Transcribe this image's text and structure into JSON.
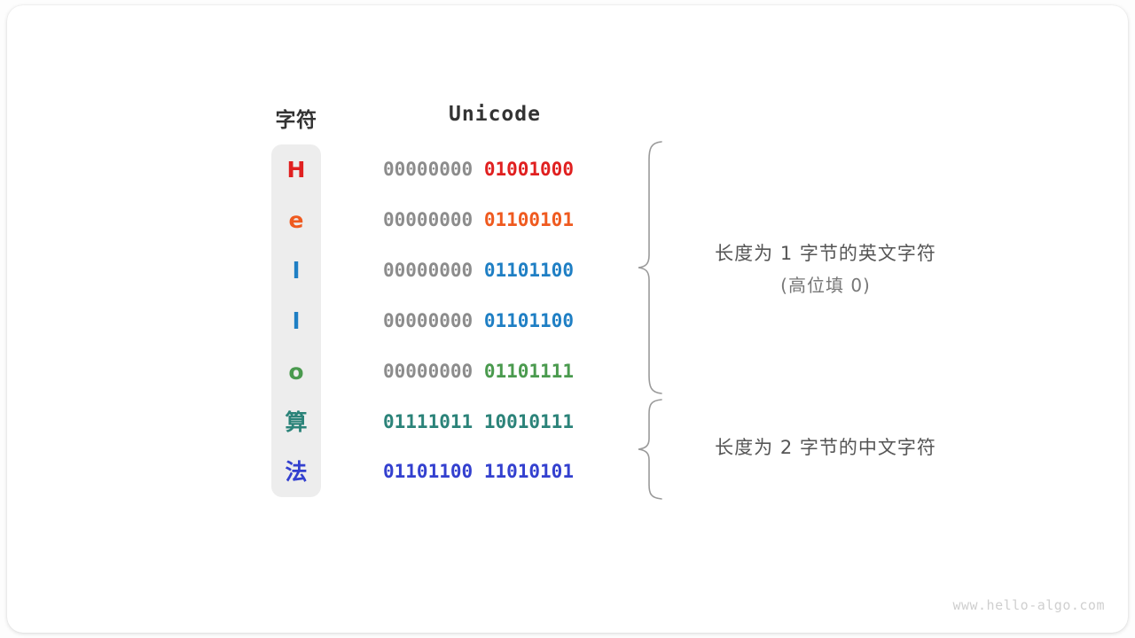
{
  "headers": {
    "char": "字符",
    "unicode": "Unicode"
  },
  "rows": [
    {
      "char": "H",
      "char_color": "#e02020",
      "high_byte": "00000000",
      "low_byte": "01001000",
      "high_color": "#8c8c8c",
      "low_color": "#e02020"
    },
    {
      "char": "e",
      "char_color": "#ef5a1f",
      "high_byte": "00000000",
      "low_byte": "01100101",
      "high_color": "#8c8c8c",
      "low_color": "#ef5a1f"
    },
    {
      "char": "l",
      "char_color": "#1f7fc4",
      "high_byte": "00000000",
      "low_byte": "01101100",
      "high_color": "#8c8c8c",
      "low_color": "#1f7fc4"
    },
    {
      "char": "l",
      "char_color": "#1f7fc4",
      "high_byte": "00000000",
      "low_byte": "01101100",
      "high_color": "#8c8c8c",
      "low_color": "#1f7fc4"
    },
    {
      "char": "o",
      "char_color": "#4a9a4e",
      "high_byte": "00000000",
      "low_byte": "01101111",
      "high_color": "#8c8c8c",
      "low_color": "#4a9a4e"
    },
    {
      "char": "算",
      "char_color": "#2b8379",
      "high_byte": "01111011",
      "low_byte": "10010111",
      "high_color": "#2b8379",
      "low_color": "#2b8379"
    },
    {
      "char": "法",
      "char_color": "#3340cf",
      "high_byte": "01101100",
      "low_byte": "11010101",
      "high_color": "#3340cf",
      "low_color": "#3340cf"
    }
  ],
  "annotations": [
    {
      "line1": "长度为 1 字节的英文字符",
      "line2": "(高位填 0)"
    },
    {
      "line1": "长度为 2 字节的中文字符",
      "line2": ""
    }
  ],
  "watermark": "www.hello-algo.com",
  "colors": {
    "card_bg": "#ffffff",
    "pill_bg": "#ededed",
    "header_text": "#333333",
    "annotation_text": "#555555",
    "brace_stroke": "#9a9a9a",
    "watermark_text": "#cfcfcf"
  }
}
